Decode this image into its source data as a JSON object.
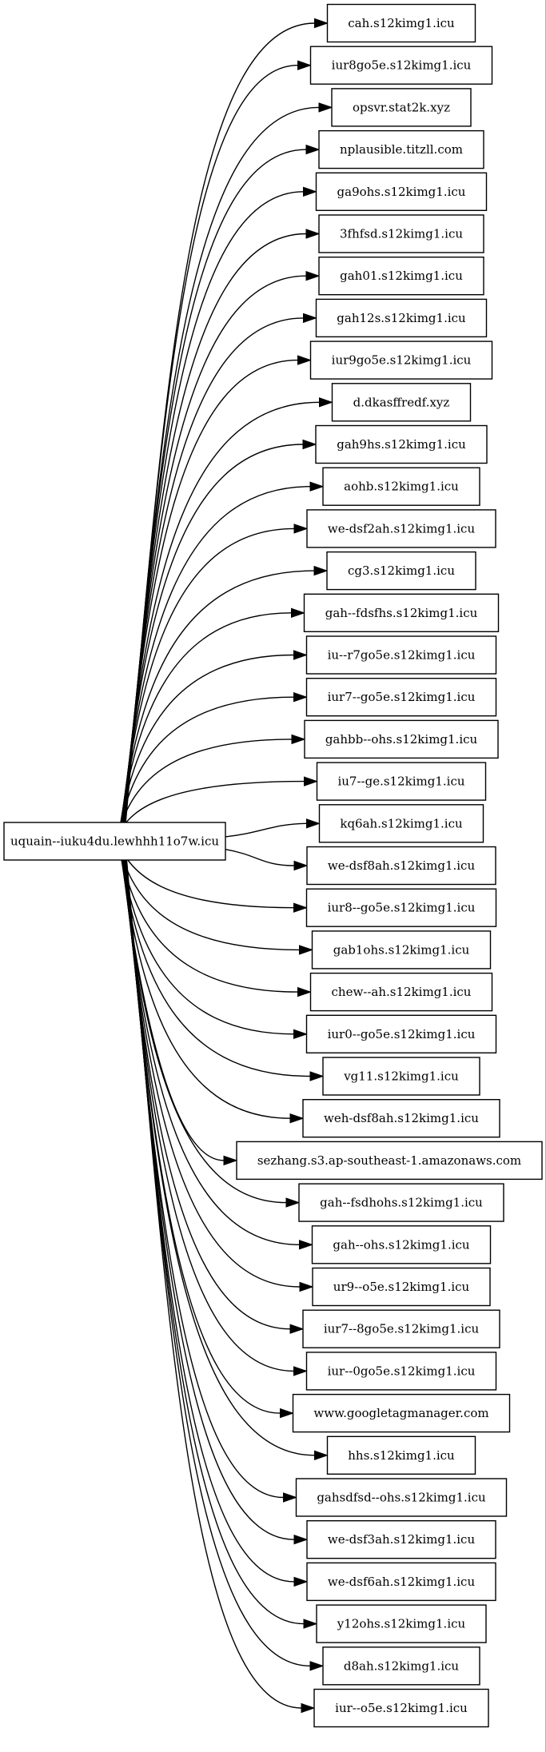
{
  "source": {
    "label": "uquain--iuku4du.lewhhh11o7w.icu"
  },
  "targets": [
    "cah.s12kimg1.icu",
    "iur8go5e.s12kimg1.icu",
    "opsvr.stat2k.xyz",
    "nplausible.titzll.com",
    "ga9ohs.s12kimg1.icu",
    "3fhfsd.s12kimg1.icu",
    "gah01.s12kimg1.icu",
    "gah12s.s12kimg1.icu",
    "iur9go5e.s12kimg1.icu",
    "d.dkasffredf.xyz",
    "gah9hs.s12kimg1.icu",
    "aohb.s12kimg1.icu",
    "we-dsf2ah.s12kimg1.icu",
    "cg3.s12kimg1.icu",
    "gah--fdsfhs.s12kimg1.icu",
    "iu--r7go5e.s12kimg1.icu",
    "iur7--go5e.s12kimg1.icu",
    "gahbb--ohs.s12kimg1.icu",
    "iu7--ge.s12kimg1.icu",
    "kq6ah.s12kimg1.icu",
    "we-dsf8ah.s12kimg1.icu",
    "iur8--go5e.s12kimg1.icu",
    "gab1ohs.s12kimg1.icu",
    "chew--ah.s12kimg1.icu",
    "iur0--go5e.s12kimg1.icu",
    "vg11.s12kimg1.icu",
    "weh-dsf8ah.s12kimg1.icu",
    "sezhang.s3.ap-southeast-1.amazonaws.com",
    "gah--fsdhohs.s12kimg1.icu",
    "gah--ohs.s12kimg1.icu",
    "ur9--o5e.s12kimg1.icu",
    "iur7--8go5e.s12kimg1.icu",
    "iur--0go5e.s12kimg1.icu",
    "www.googletagmanager.com",
    "hhs.s12kimg1.icu",
    "gahsdfsd--ohs.s12kimg1.icu",
    "we-dsf3ah.s12kimg1.icu",
    "we-dsf6ah.s12kimg1.icu",
    "y12ohs.s12kimg1.icu",
    "d8ah.s12kimg1.icu",
    "iur--o5e.s12kimg1.icu"
  ]
}
